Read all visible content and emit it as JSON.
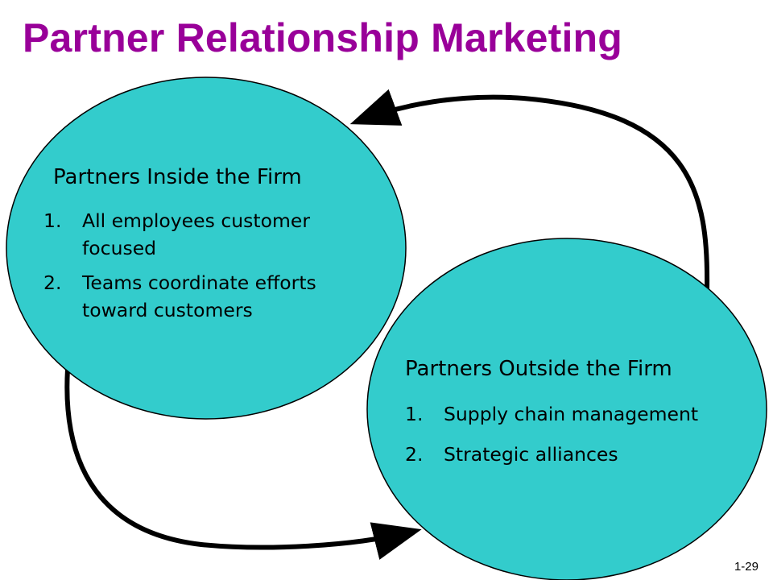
{
  "slide": {
    "title": "Partner Relationship Marketing",
    "number": "1-29"
  },
  "colors": {
    "title": "#990099",
    "oval_fill": "#33CCCC",
    "stroke": "#000000"
  },
  "inside": {
    "heading": "Partners Inside the Firm",
    "items": [
      {
        "num": "1.",
        "text": "All employees customer focused"
      },
      {
        "num": "2.",
        "text": "Teams coordinate efforts toward customers"
      }
    ]
  },
  "outside": {
    "heading": "Partners Outside the Firm",
    "items": [
      {
        "num": "1.",
        "text": "Supply chain management"
      },
      {
        "num": "2.",
        "text": "Strategic alliances"
      }
    ]
  }
}
